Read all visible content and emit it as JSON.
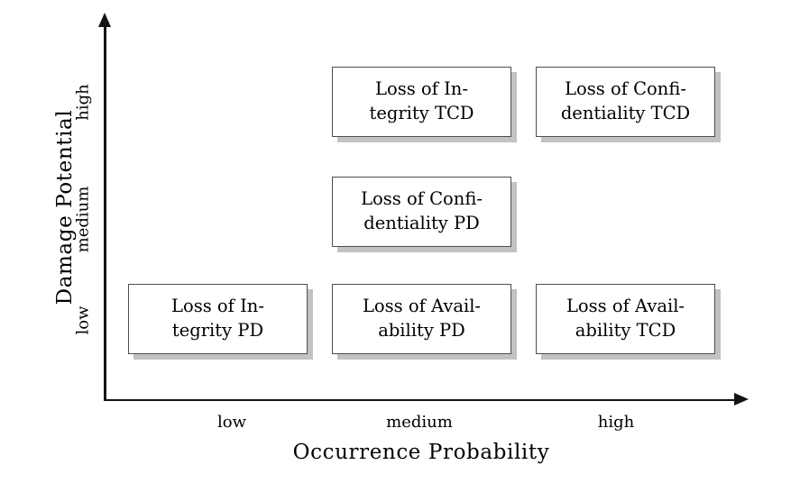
{
  "chart_data": {
    "type": "table",
    "title": "",
    "xlabel": "Occurrence Probability",
    "ylabel": "Damage Potential",
    "x_categories": [
      "low",
      "medium",
      "high"
    ],
    "y_categories": [
      "low",
      "medium",
      "high"
    ],
    "grid": false,
    "legend": "none",
    "cells": [
      {
        "occurrence_probability": "medium",
        "damage_potential": "high",
        "line1": "Loss of In-",
        "line2": "tegrity TCD",
        "text": "Loss of Integrity TCD"
      },
      {
        "occurrence_probability": "high",
        "damage_potential": "high",
        "line1": "Loss of Confi-",
        "line2": "dentiality TCD",
        "text": "Loss of Confidentiality TCD"
      },
      {
        "occurrence_probability": "medium",
        "damage_potential": "medium",
        "line1": "Loss of Confi-",
        "line2": "dentiality PD",
        "text": "Loss of Confidentiality PD"
      },
      {
        "occurrence_probability": "low",
        "damage_potential": "low",
        "line1": "Loss of In-",
        "line2": "tegrity PD",
        "text": "Loss of Integrity PD"
      },
      {
        "occurrence_probability": "medium",
        "damage_potential": "low",
        "line1": "Loss of Avail-",
        "line2": "ability PD",
        "text": "Loss of Availability PD"
      },
      {
        "occurrence_probability": "high",
        "damage_potential": "low",
        "line1": "Loss of Avail-",
        "line2": "ability TCD",
        "text": "Loss of Availability TCD"
      }
    ],
    "empty_cells": [
      {
        "occurrence_probability": "low",
        "damage_potential": "medium"
      },
      {
        "occurrence_probability": "low",
        "damage_potential": "high"
      },
      {
        "occurrence_probability": "high",
        "damage_potential": "medium"
      }
    ]
  },
  "axes": {
    "y_title": "Damage Potential",
    "x_title": "Occurrence Probability",
    "y_ticks": {
      "high": "high",
      "medium": "medium",
      "low": "low"
    },
    "x_ticks": {
      "low": "low",
      "medium": "medium",
      "high": "high"
    }
  },
  "colors": {
    "axis": "#141414",
    "box_border": "#4d4d4d",
    "box_fill": "#ffffff",
    "box_shadow": "#c2c2c2",
    "text": "#000000",
    "background": "#ffffff"
  }
}
